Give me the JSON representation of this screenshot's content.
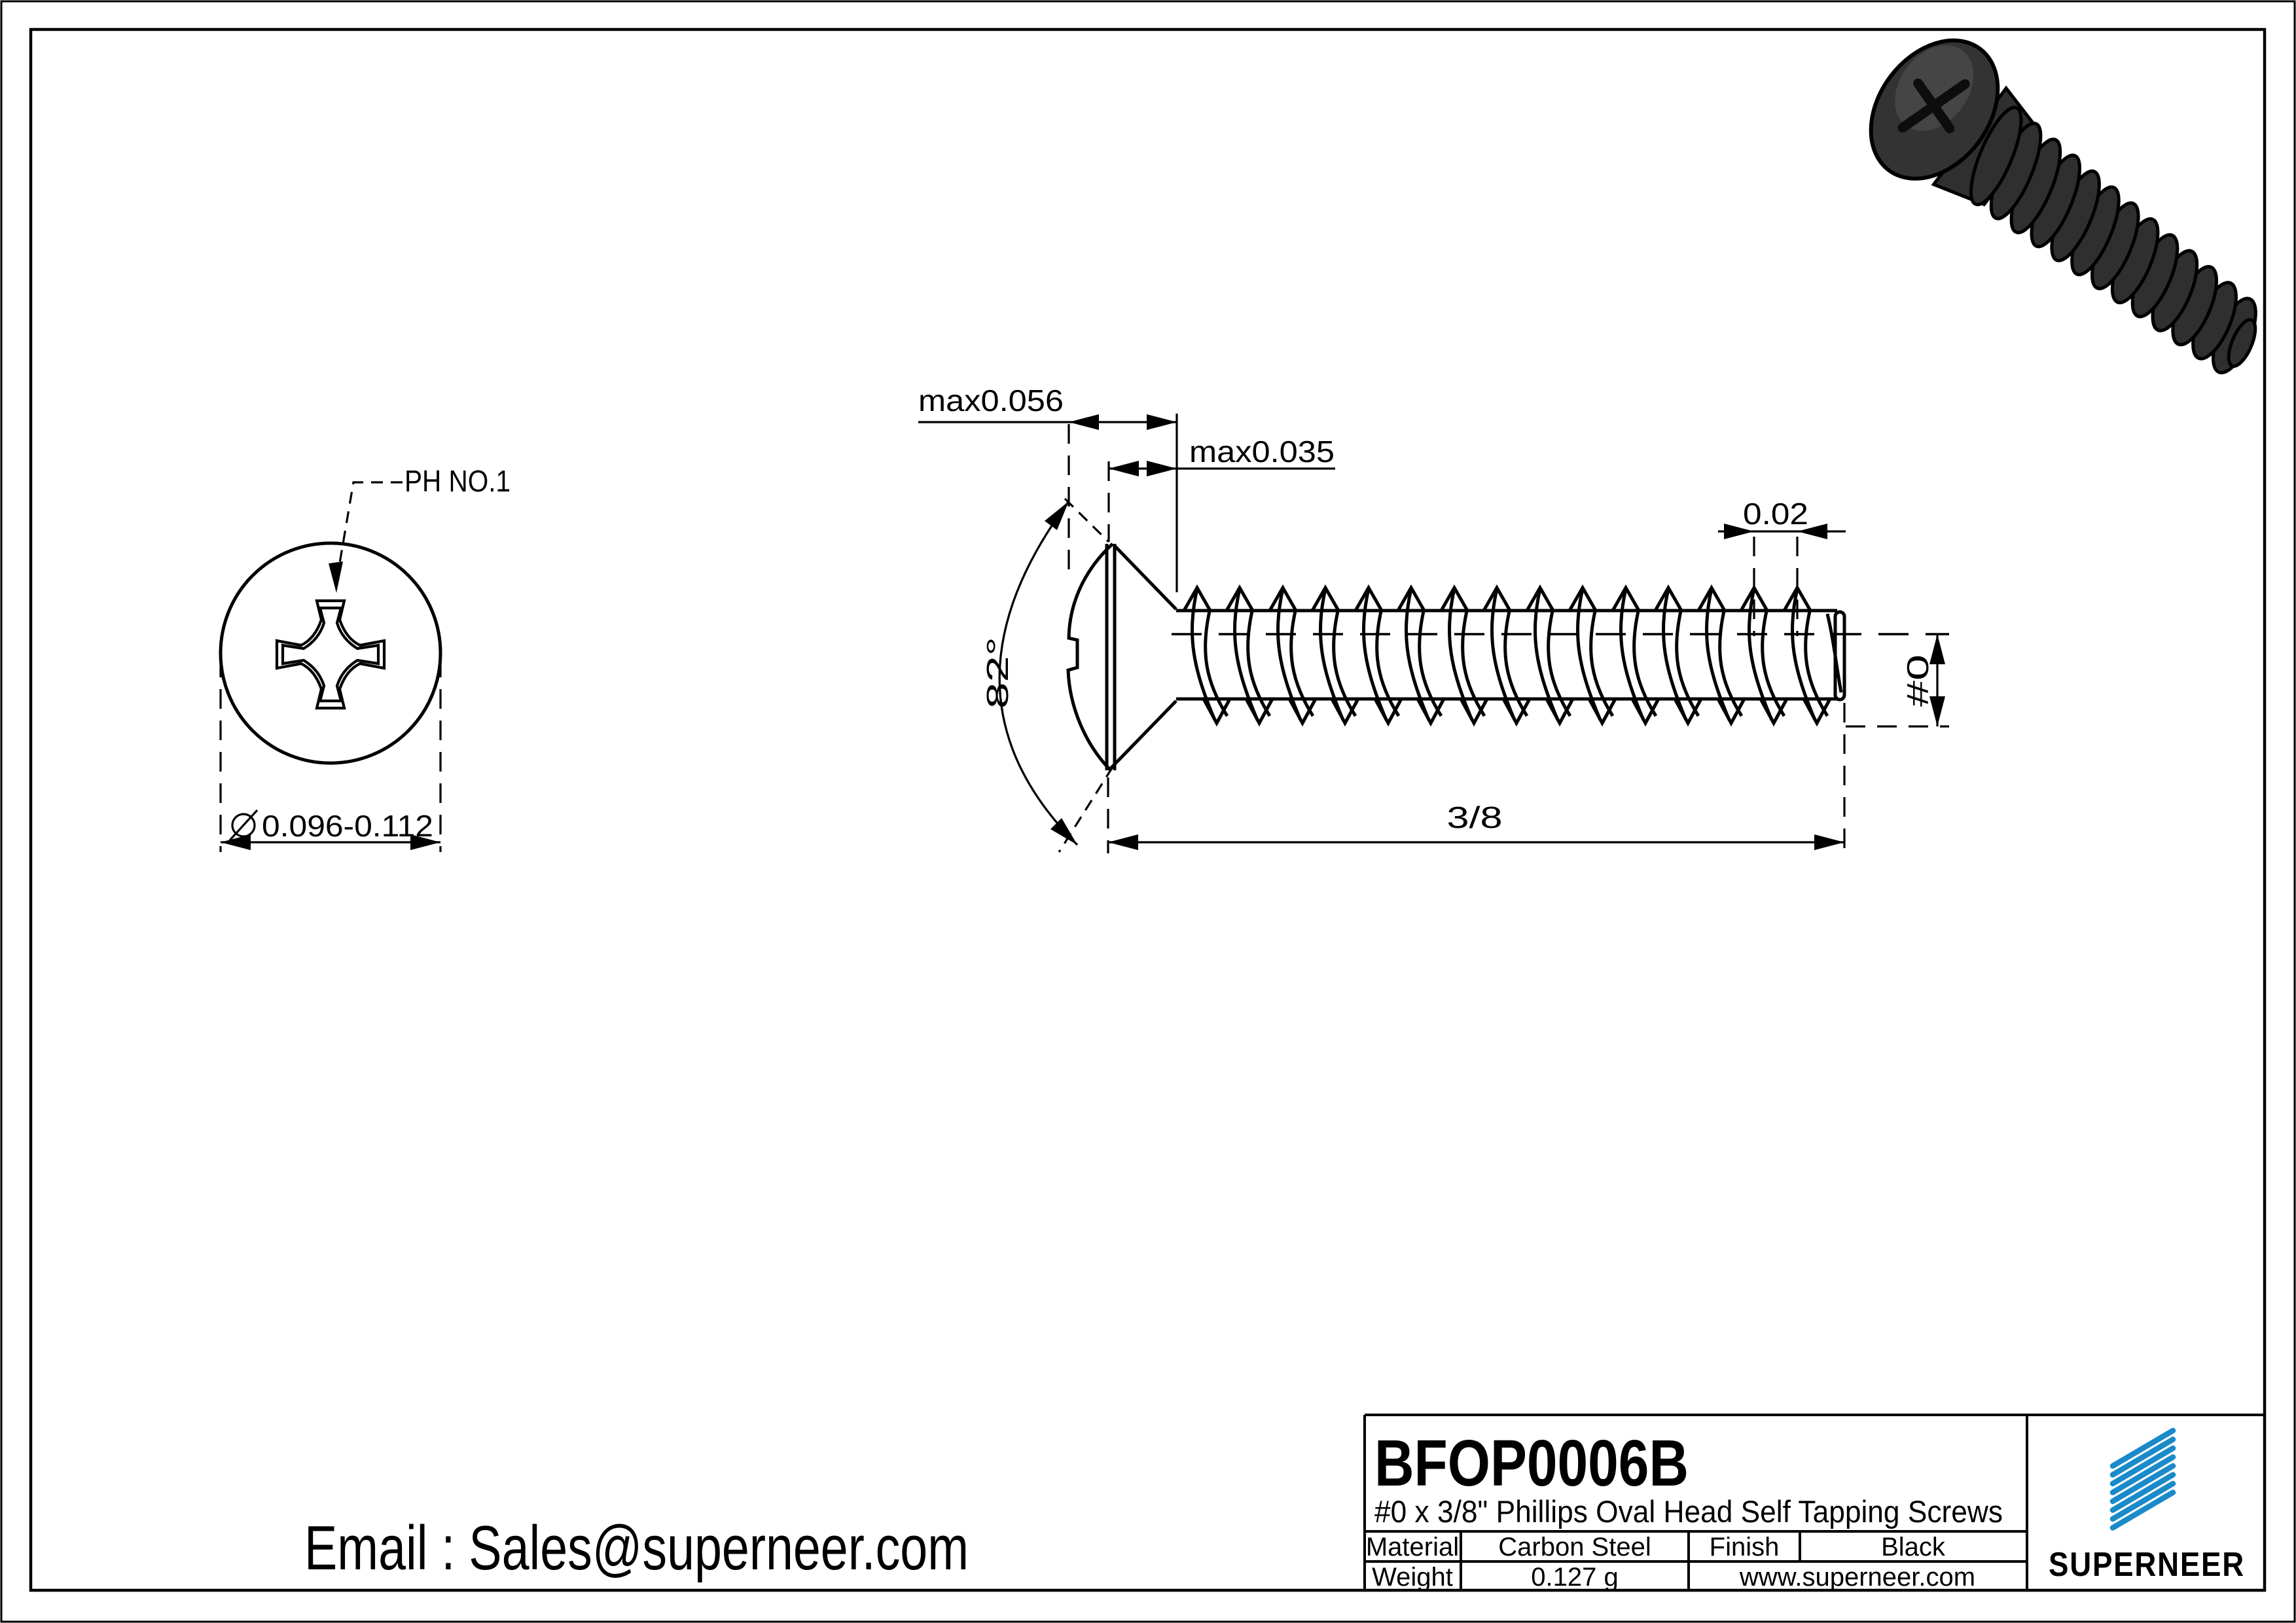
{
  "colors": {
    "line": "#000000",
    "brand_blue": "#1a8ac9",
    "link_blue": "#1d7fc1",
    "screw_body": "#2f2f2f",
    "background": "#ffffff"
  },
  "front_view": {
    "drive_label": "PH NO.1",
    "diameter_symbol": "⌀",
    "diameter_value": "0.096-0.112"
  },
  "side_view": {
    "head_height_max": "max0.056",
    "dome_height_max": "max0.035",
    "thread_pitch": "0.02",
    "head_angle": "82°",
    "thread_size": "#0",
    "length": "3/8"
  },
  "footer": {
    "email": "Email : Sales@superneer.com"
  },
  "title_block": {
    "part_number": "BFOP0006B",
    "description": "#0 x 3/8\" Phillips Oval Head Self Tapping Screws",
    "material_label": "Material",
    "material_value": "Carbon Steel",
    "finish_label": "Finish",
    "finish_value": "Black",
    "weight_label": "Weight",
    "weight_value": "0.127 g",
    "website": "www.superneer.com",
    "brand_name": "SUPERNEER"
  }
}
